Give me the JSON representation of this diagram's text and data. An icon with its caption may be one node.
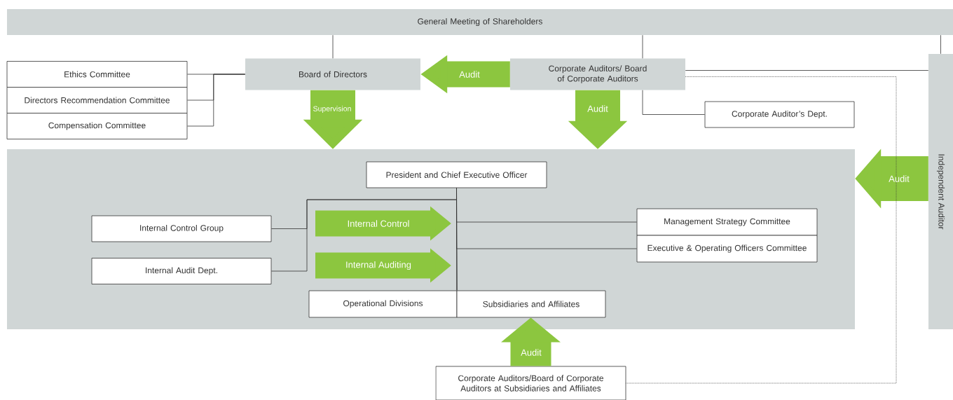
{
  "diagram": {
    "nodes": [
      {
        "text": [
          "General Meeting of Shareholders"
        ]
      },
      {
        "text": [
          "Board of Directors"
        ]
      },
      {
        "text": [
          "Corporate Auditors/ Board of Corporate Auditors"
        ]
      },
      {
        "text": [
          "Ethics Committee"
        ]
      },
      {
        "text": [
          "Directors Recommendation Committee"
        ]
      },
      {
        "text": [
          "Compensation Committee"
        ]
      },
      {
        "text": [
          "Corporate Auditor’s Dept."
        ]
      },
      {
        "text": [
          "Independent Auditor"
        ]
      },
      {
        "text": [],
        "shape": "box"
      },
      {
        "text": [
          "President and Chief Executive Officer"
        ],
        "in": 8
      },
      {
        "text": [
          "Internal Control Group"
        ],
        "in": 8
      },
      {
        "text": [
          "Internal Audit Dept."
        ],
        "in": 8
      },
      {
        "text": [
          "Management Strategy Committee"
        ],
        "in": 8
      },
      {
        "text": [
          "Executive & Operating Officers Committee"
        ],
        "in": 8
      },
      {
        "text": [
          "Operational Divisions"
        ],
        "in": 8
      },
      {
        "text": [
          "Subsidiaries and Affiliates"
        ],
        "in": 8
      },
      {
        "text": [
          "Corporate Auditors/Board of Corporate Auditors at Subsidiaries and Affiliates"
        ]
      }
    ],
    "edges": [
      {
        "from": 0,
        "to": 1,
        "arrow": "none"
      },
      {
        "from": 0,
        "to": 2,
        "arrow": "none"
      },
      {
        "from": 0,
        "to": 7,
        "arrow": "none"
      },
      {
        "from": 2,
        "to": 6,
        "arrow": "none"
      },
      {
        "from": 2,
        "to": 7,
        "arrow": "none"
      },
      {
        "from": 3,
        "to": 1,
        "arrow": "none"
      },
      {
        "from": 4,
        "to": 1,
        "arrow": "none"
      },
      {
        "from": 5,
        "to": 1,
        "arrow": "none"
      },
      {
        "from": 2,
        "to": 1,
        "arrow": "to",
        "label": "Audit",
        "style": "thick",
        "color": "#8cc63f"
      },
      {
        "from": 1,
        "to": 8,
        "arrow": "to",
        "label": "Supervision",
        "style": "thick",
        "color": "#8cc63f"
      },
      {
        "from": 2,
        "to": 8,
        "arrow": "to",
        "label": "Audit",
        "style": "thick",
        "color": "#8cc63f"
      },
      {
        "from": 7,
        "to": 8,
        "arrow": "to",
        "label": "Audit",
        "style": "thick",
        "color": "#8cc63f"
      },
      {
        "from": 9,
        "to": 12,
        "arrow": "none"
      },
      {
        "from": 9,
        "to": 13,
        "arrow": "none"
      },
      {
        "from": 9,
        "to": 14,
        "arrow": "none"
      },
      {
        "from": 9,
        "to": 15,
        "arrow": "none"
      },
      {
        "from": 10,
        "to": 9,
        "arrow": "none"
      },
      {
        "from": 11,
        "to": 9,
        "arrow": "none"
      },
      {
        "from": 16,
        "to": 15,
        "arrow": "to",
        "label": "Audit",
        "style": "thick",
        "color": "#8cc63f"
      },
      {
        "from": 2,
        "to": 16,
        "arrow": "none",
        "style": "dashed"
      }
    ],
    "labels": [
      "Internal Control",
      "Internal Auditing"
    ]
  }
}
